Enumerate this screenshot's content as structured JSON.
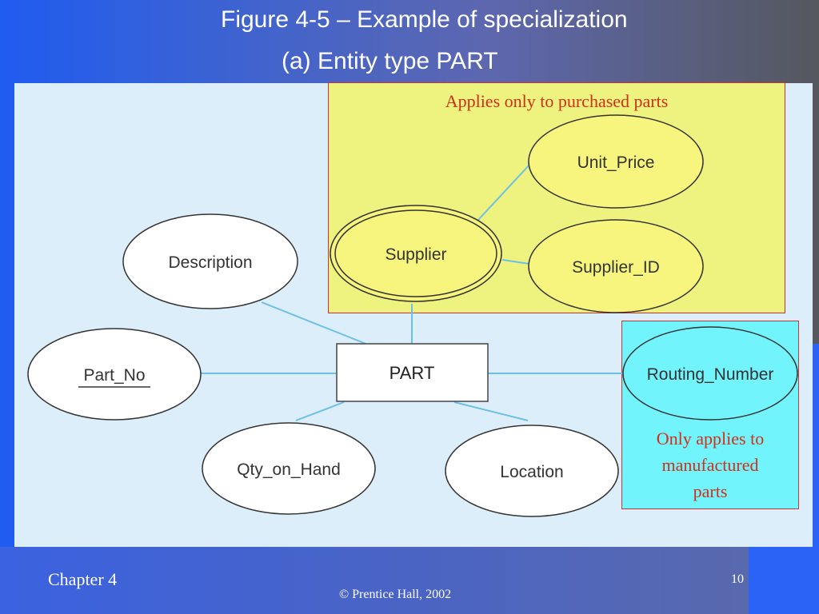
{
  "slide": {
    "title_line1": "Figure 4-5 – Example of specialization",
    "title_line2": "(a) Entity type PART"
  },
  "diagram": {
    "entity": "PART",
    "attributes": {
      "description": "Description",
      "part_no": "Part_No",
      "qty_on_hand": "Qty_on_Hand",
      "location": "Location",
      "supplier": "Supplier",
      "unit_price": "Unit_Price",
      "supplier_id": "Supplier_ID",
      "routing_number": "Routing_Number"
    },
    "annotations": {
      "purchased": "Applies only to purchased parts",
      "manufactured_line1": "Only applies to",
      "manufactured_line2": "manufactured",
      "manufactured_line3": "parts"
    }
  },
  "footer": {
    "chapter": "Chapter 4",
    "copyright": "© Prentice Hall, 2002",
    "page_number": "10"
  },
  "colors": {
    "panel": "#ddeefb",
    "purchased_box": "#eef27e",
    "manufactured_box": "#72f4fc",
    "line": "#6cc0e6",
    "annotation_text": "#d0301a"
  }
}
